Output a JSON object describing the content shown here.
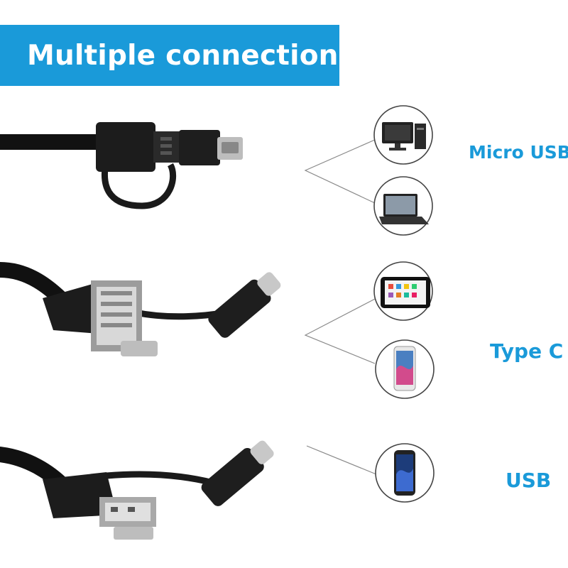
{
  "banner": {
    "title": "Multiple connections"
  },
  "labels": {
    "micro_usb": "Micro USB",
    "type_c": "Type C",
    "usb": "USB"
  },
  "icons": [
    "desktop-computer-icon",
    "laptop-icon",
    "tablet-icon",
    "smartphone-icon",
    "smartphone-icon"
  ],
  "colors": {
    "accent": "#1a9ad9",
    "cable": "#111111"
  }
}
